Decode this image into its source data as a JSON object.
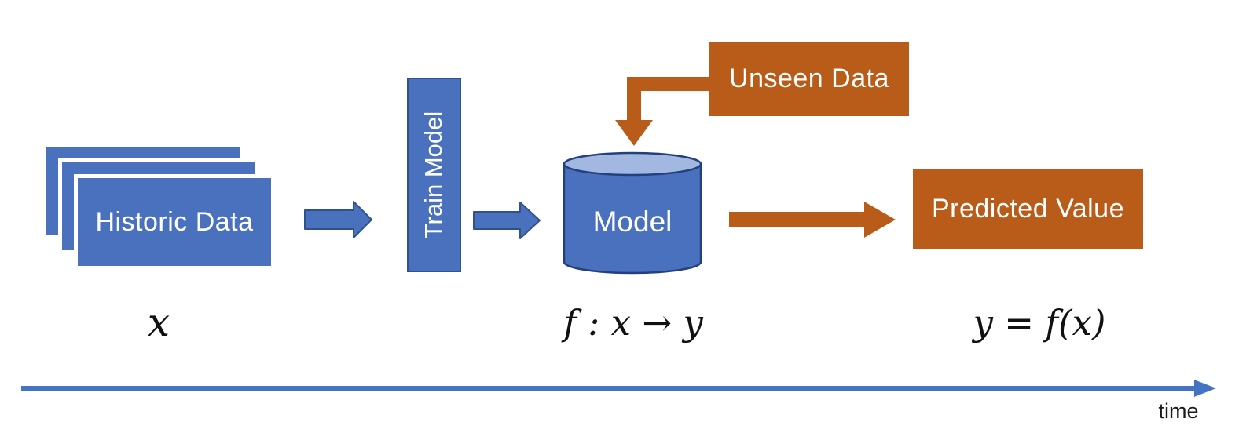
{
  "diagram": {
    "historic": {
      "label": "Historic Data",
      "math": "x"
    },
    "train": {
      "label": "Train Model"
    },
    "model": {
      "label": "Model",
      "math": "f : x → y"
    },
    "unseen": {
      "label": "Unseen Data"
    },
    "predicted": {
      "label": "Predicted Value",
      "math": "y = f(x)"
    },
    "axis": {
      "label": "time"
    }
  },
  "icons": {
    "arrow_historic_to_train": "right-block-arrow",
    "arrow_train_to_model": "right-block-arrow",
    "arrow_unseen_to_model": "elbow-down-arrow",
    "arrow_model_to_predicted": "right-arrow",
    "time_axis": "right-arrow-axis"
  },
  "colors": {
    "blue_fill": "#4A71BE",
    "blue_border": "#2F528F",
    "cylinder_top": "#A3B8E0",
    "cylinder_border": "#24407E",
    "orange_fill": "#BA5C19",
    "axis_blue": "#4472C4",
    "label_text": "#FFFFFF",
    "math_text": "#111111",
    "background": "#FFFFFF"
  }
}
